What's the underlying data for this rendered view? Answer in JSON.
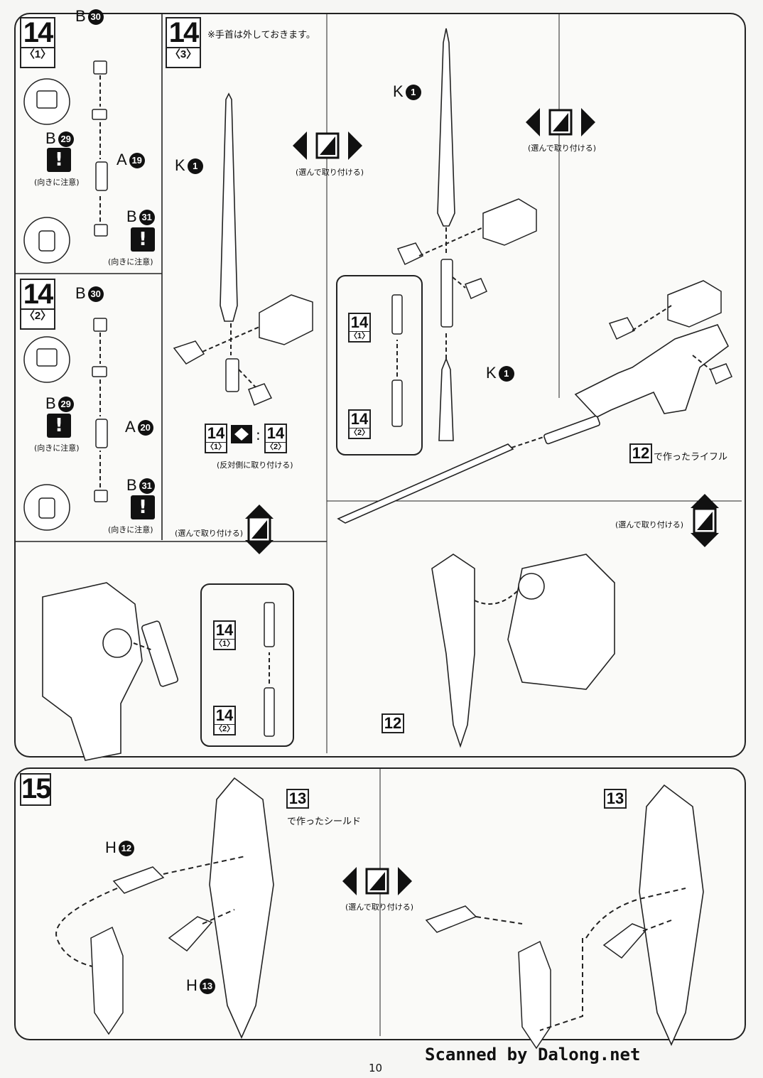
{
  "note": "※手首は外しておきます。",
  "steps": {
    "s14_1": {
      "num": "14",
      "sub": "〈1〉"
    },
    "s14_2": {
      "num": "14",
      "sub": "〈2〉"
    },
    "s14_3": {
      "num": "14",
      "sub": "〈3〉"
    },
    "s15": {
      "num": "15"
    }
  },
  "parts": {
    "b30": {
      "letter": "B",
      "num": "30"
    },
    "b29": {
      "letter": "B",
      "num": "29"
    },
    "b31": {
      "letter": "B",
      "num": "31"
    },
    "a19": {
      "letter": "A",
      "num": "19"
    },
    "a20": {
      "letter": "A",
      "num": "20"
    },
    "k1": {
      "letter": "K",
      "num": "1"
    },
    "h12": {
      "letter": "H",
      "num": "12"
    },
    "h13": {
      "letter": "H",
      "num": "13"
    }
  },
  "captions": {
    "caution": "(向きに注意)",
    "choose": "(選んで取り付ける)",
    "opposite": "(反対側に取り付ける)",
    "rifle": "で作ったライフル",
    "shield": "で作ったシールド"
  },
  "refs": {
    "ref12": "12",
    "ref13": "13",
    "ref14": "14",
    "sub1": "〈1〉",
    "sub2": "〈2〉",
    "colon": ":"
  },
  "footer": {
    "page": "10",
    "scanner": "Scanned by Dalong.net"
  },
  "icons": [
    "choose-arrow-icon",
    "caution-icon",
    "opposite-side-icon",
    "magnify-bubble-icon"
  ]
}
